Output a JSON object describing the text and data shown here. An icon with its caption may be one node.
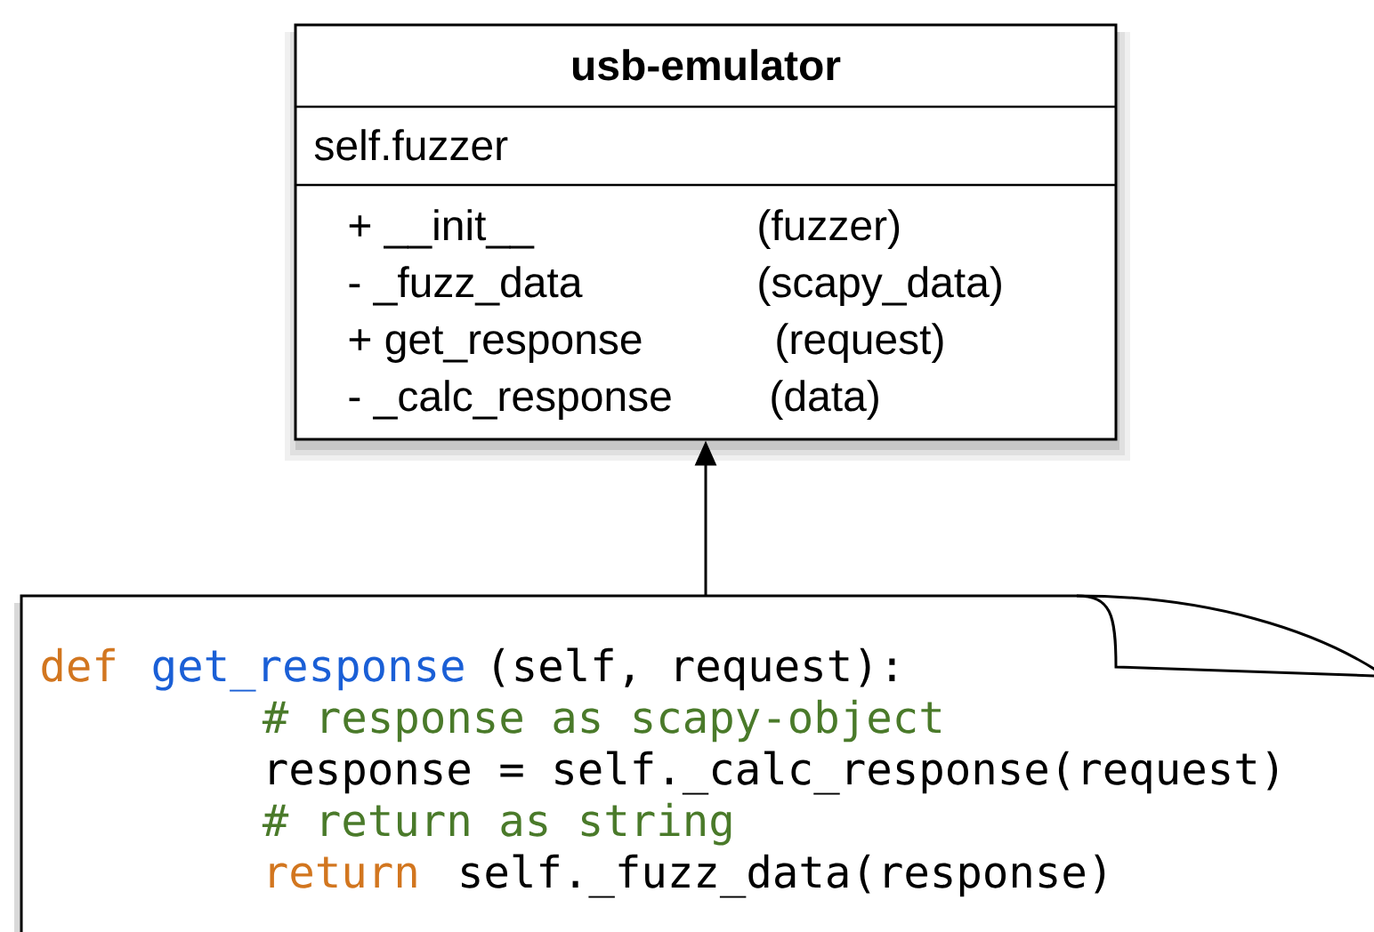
{
  "diagram": {
    "nodes": [
      {
        "text": [
          "usb-emulator",
          "self.fuzzer",
          "+ __init__",
          "(fuzzer)",
          "-  _fuzz_data",
          "(scapy_data)",
          "+ get_response",
          "(request)",
          "- _calc_response",
          "(data)"
        ]
      },
      {
        "text": [
          "def",
          "get_response",
          "(self, request):",
          "# response as scapy-object",
          "response = self._calc_response(request)",
          "# return as string",
          "return",
          "self._fuzz_data(response)"
        ]
      }
    ],
    "edges": [
      {
        "from": 1,
        "to": 0,
        "arrow": "to"
      }
    ]
  }
}
